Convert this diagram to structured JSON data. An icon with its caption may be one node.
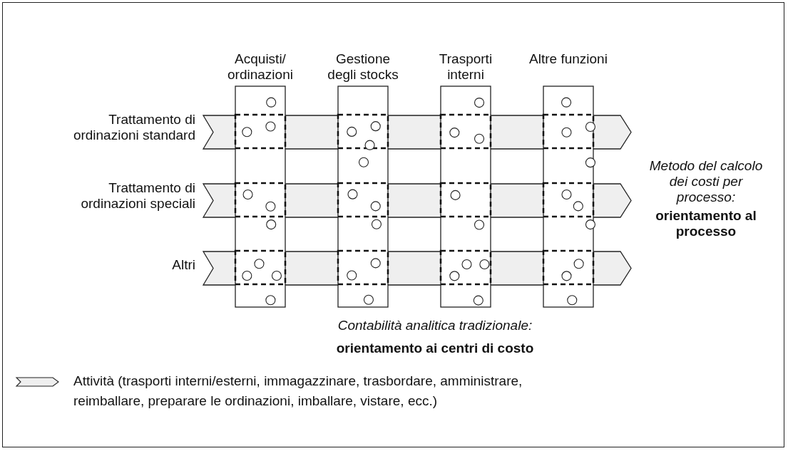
{
  "diagram": {
    "nodes": [
      {
        "text": [
          "Acquisti/ ordinazioni"
        ]
      },
      {
        "text": [
          "Gestione degli stocks"
        ]
      },
      {
        "text": [
          "Trasporti interni"
        ]
      },
      {
        "text": [
          "Altre funzioni"
        ]
      },
      {
        "text": [
          "Trattamento di ordinazioni standard"
        ]
      },
      {
        "text": [
          "Trattamento di ordinazioni speciali"
        ]
      },
      {
        "text": [
          "Altri"
        ]
      }
    ],
    "labels": [
      "Metodo del calcolo dei costi per processo:",
      "orientamento al processo",
      "Contabilità analitica tradizionale:",
      "orientamento ai centri di costo"
    ],
    "legend": [
      {
        "text": "Attività (trasporti interni/esterni, immagazzinare, trasbordare, amministrare, reimballare, preparare le ordinazioni, imballare, vistare, ecc.)"
      }
    ]
  }
}
